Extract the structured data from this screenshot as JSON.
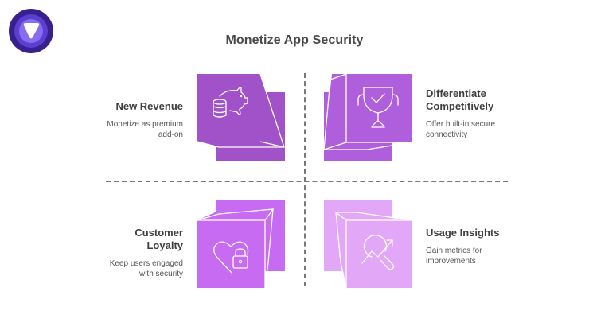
{
  "title": "Monetize App Security",
  "logo": {
    "icon": "shield-play-logo",
    "colors": [
      "#3a1f8f",
      "#5b3fd1",
      "#8a6cf0",
      "#ffffff"
    ]
  },
  "colors": {
    "quadrant_top_left": "#a152c9",
    "quadrant_top_right": "#b05fdc",
    "quadrant_bottom_left": "#c76cf2",
    "quadrant_bottom_right": "#e2a8f7",
    "divider": "#777777",
    "heading_text": "#3f3f3f",
    "desc_text": "#555555"
  },
  "quadrants": [
    {
      "position": "top-left",
      "heading": "New Revenue",
      "description": "Monetize as premium add-on",
      "icon": "piggy-bank-coins-icon"
    },
    {
      "position": "top-right",
      "heading": "Differentiate Competitively",
      "description": "Offer built-in secure connectivity",
      "icon": "trophy-check-icon"
    },
    {
      "position": "bottom-left",
      "heading": "Customer Loyalty",
      "description": "Keep users engaged with security",
      "icon": "heart-lock-icon"
    },
    {
      "position": "bottom-right",
      "heading": "Usage Insights",
      "description": "Gain metrics for improvements",
      "icon": "magnifier-trend-icon"
    }
  ]
}
